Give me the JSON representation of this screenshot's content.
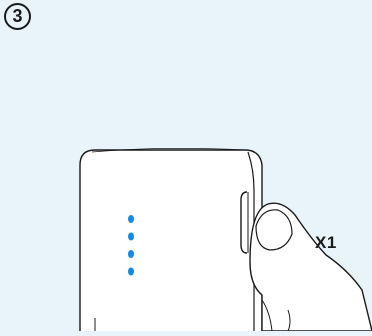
{
  "step": {
    "number": "3"
  },
  "press_count_label": "X1",
  "device": {
    "indicator_led_count": 4,
    "led_color": "#1e88d8",
    "body_color": "#ffffff",
    "outline_color": "#1a1a1a"
  },
  "background_color": "#e8f4fa",
  "icons": [
    "power-bank-device",
    "pressing-finger-icon",
    "side-button"
  ]
}
